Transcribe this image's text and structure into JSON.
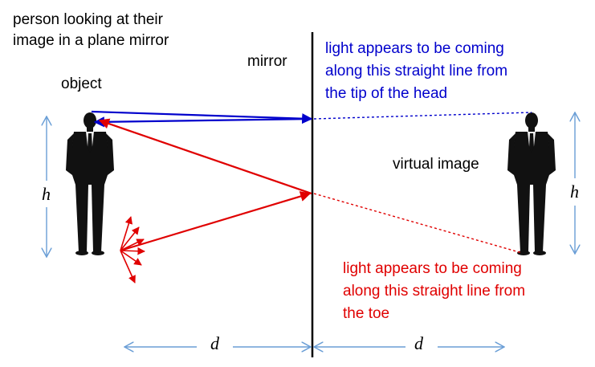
{
  "title_lines": [
    "person looking at their",
    "image in a plane mirror"
  ],
  "labels": {
    "mirror": "mirror",
    "object": "object",
    "virtual_image": "virtual image",
    "height_left": "h",
    "height_right": "h",
    "distance_left": "d",
    "distance_right": "d"
  },
  "blue_note_lines": [
    "light appears to be coming",
    "along this straight line from",
    "the tip of the head"
  ],
  "red_note_lines": [
    "light appears to be coming",
    "along this straight line from",
    "the toe"
  ],
  "colors": {
    "blue_ray": "#0000cc",
    "red_ray": "#e00000",
    "dimension": "#6a9ed6",
    "mirror": "#000000",
    "figure": "#111111"
  }
}
